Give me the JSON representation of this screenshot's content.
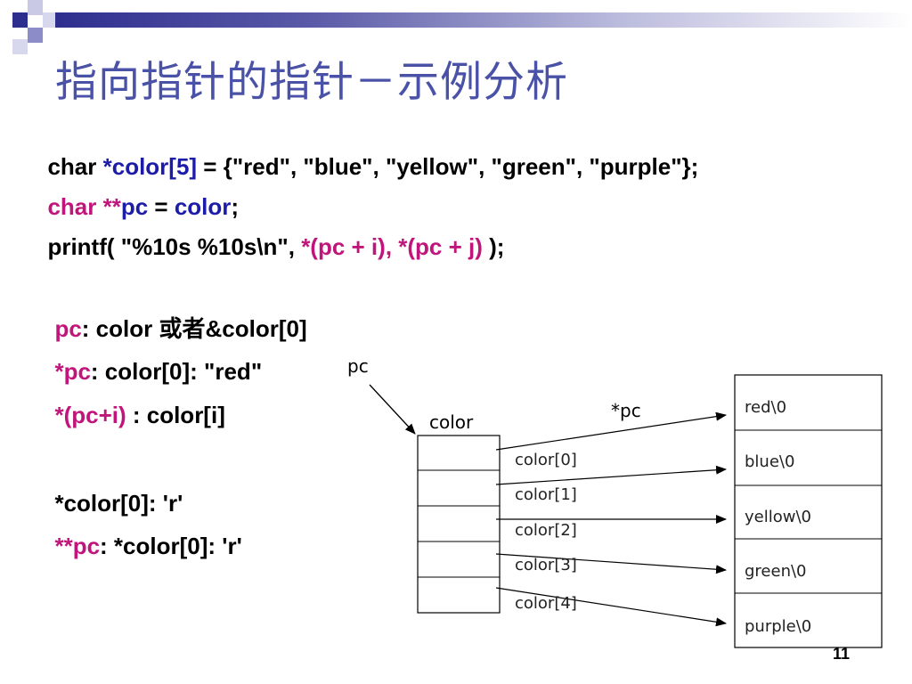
{
  "slide": {
    "title": "指向指针的指针－示例分析",
    "page_number": "11"
  },
  "code": {
    "line1": {
      "p1": "char ",
      "p2": "*color[5]",
      "p3": " = {\"red\", \"blue\", \"yellow\", \"green\", \"purple\"};"
    },
    "line2": {
      "p1": "char **",
      "p2": "pc",
      "p3": " = ",
      "p4": "color",
      "p5": ";"
    },
    "line3": {
      "p1": "printf( \"%10s %10s\\n\", ",
      "p2": "*(pc + i), *(pc + j)",
      "p3": " );"
    }
  },
  "notes": {
    "n1": {
      "p1": "pc",
      "p2": ": color ",
      "p3": "或者",
      "p4": "&color[0]"
    },
    "n2": {
      "p1": "*pc",
      "p2": ": color[0]: \"red\""
    },
    "n3": {
      "p1": "*(pc+i)",
      "p2": " : color[i]"
    },
    "n4": {
      "p1": "*color[0]: 'r'"
    },
    "n5": {
      "p1": "**",
      "p2": "pc",
      "p3": ": *color[0]: 'r'"
    }
  },
  "diagram": {
    "pc_label": "pc",
    "color_label": "color",
    "deref_label": "*pc",
    "pointer_labels": [
      "color[0]",
      "color[1]",
      "color[2]",
      "color[3]",
      "color[4]"
    ],
    "strings": [
      "red\\0",
      "blue\\0",
      "yellow\\0",
      "green\\0",
      "purple\\0"
    ]
  },
  "colors": {
    "title": "#4a52a8",
    "highlight_magenta": "#c0157a",
    "highlight_blue": "#1c1ca8",
    "header_navy": "#2e2e8f"
  }
}
